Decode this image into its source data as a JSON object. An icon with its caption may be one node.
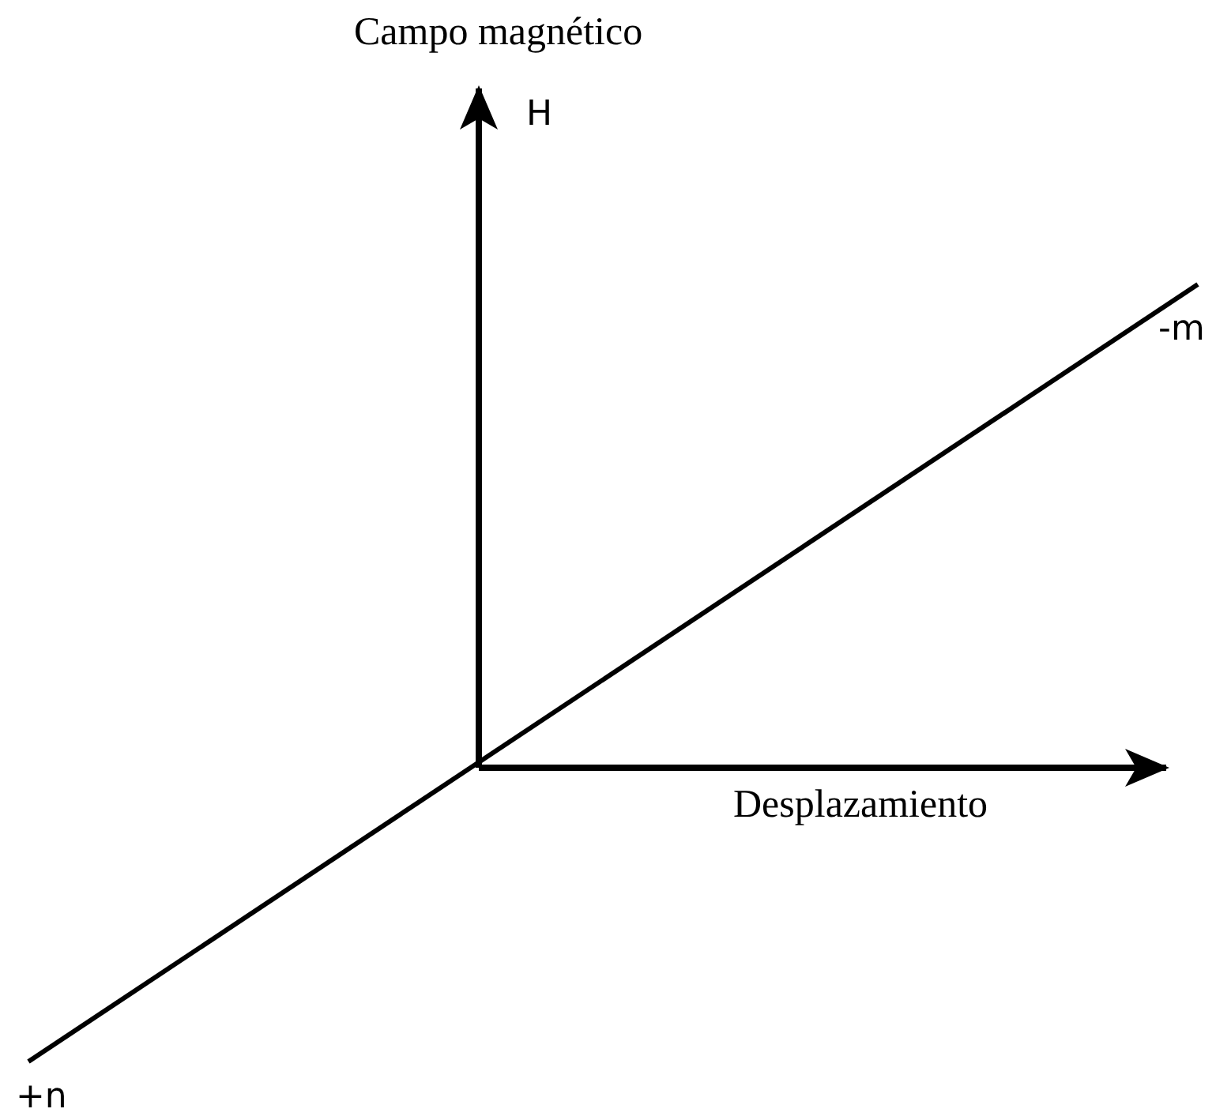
{
  "diagram": {
    "labels": [
      "Campo magnético",
      "H",
      "-m",
      "Desplazamiento",
      "+n"
    ]
  }
}
